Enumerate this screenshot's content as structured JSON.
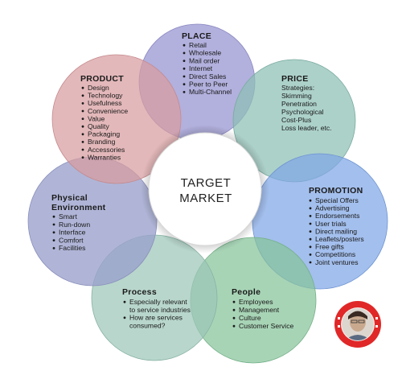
{
  "center": {
    "line1": "TARGET",
    "line2": "MARKET"
  },
  "petals": [
    {
      "id": "place",
      "title": "PLACE",
      "color": "#9c9ad4",
      "bullets": true,
      "items": [
        "Retail",
        "Wholesale",
        "Mail order",
        "Internet",
        "Direct Sales",
        "Peer to Peer",
        "Multi-Channel"
      ]
    },
    {
      "id": "price",
      "title": "PRICE",
      "color": "#8cbfb4",
      "bullets": false,
      "items": [
        "Strategies:",
        "Skimming",
        "Penetration",
        "Psychological",
        "Cost-Plus",
        "Loss leader, etc."
      ]
    },
    {
      "id": "promotion",
      "title": "PROMOTION",
      "color": "#7fa6e6",
      "bullets": true,
      "items": [
        "Special Offers",
        "Advertising",
        "Endorsements",
        "User trials",
        "Direct mailing",
        "Leaflets/posters",
        "Free gifts",
        "Competitions",
        "Joint ventures"
      ]
    },
    {
      "id": "people",
      "title": "People",
      "color": "#86c49a",
      "bullets": true,
      "items": [
        "Employees",
        "Management",
        "Culture",
        "Customer Service"
      ]
    },
    {
      "id": "process",
      "title": "Process",
      "color": "#9cc6b8",
      "bullets": true,
      "items": [
        "Especially relevant to service industries",
        "How are services consumed?"
      ]
    },
    {
      "id": "physical",
      "title": "Physical Environment",
      "color": "#9aa0cc",
      "bullets": true,
      "items": [
        "Smart",
        "Run-down",
        "Interface",
        "Comfort",
        "Facilities"
      ]
    },
    {
      "id": "product",
      "title": "PRODUCT",
      "color": "#d89ca0",
      "bullets": true,
      "items": [
        "Design",
        "Technology",
        "Usefulness",
        "Convenience",
        "Value",
        "Quality",
        "Packaging",
        "Branding",
        "Accessories",
        "Warranties"
      ]
    }
  ],
  "badge": {
    "color": "#e02828",
    "icon": "person-photo-icon"
  }
}
